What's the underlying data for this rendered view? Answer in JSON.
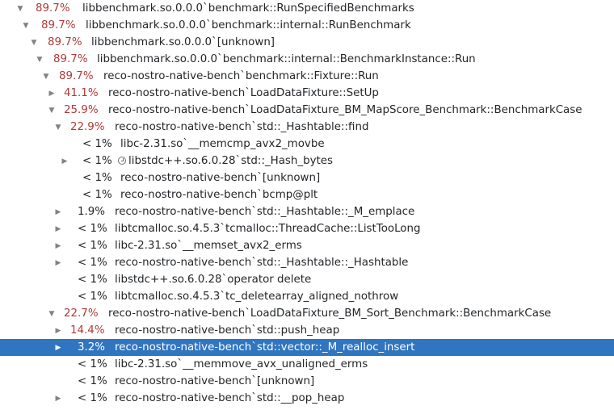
{
  "rows": [
    {
      "pct": "89.7%",
      "label": "libbenchmark.so.0.0.0`benchmark::RunSpecifiedBenchmarks",
      "state": "expanded",
      "hot": true
    },
    {
      "pct": "89.7%",
      "label": "libbenchmark.so.0.0.0`benchmark::internal::RunBenchmark",
      "state": "expanded",
      "hot": true
    },
    {
      "pct": "89.7%",
      "label": "libbenchmark.so.0.0.0`[unknown]",
      "state": "expanded",
      "hot": true
    },
    {
      "pct": "89.7%",
      "label": "libbenchmark.so.0.0.0`benchmark::internal::BenchmarkInstance::Run",
      "state": "expanded",
      "hot": true
    },
    {
      "pct": "89.7%",
      "label": "reco-nostro-native-bench`benchmark::Fixture::Run",
      "state": "expanded",
      "hot": true
    },
    {
      "pct": "41.1%",
      "label": "reco-nostro-native-bench`LoadDataFixture::SetUp",
      "state": "collapsed",
      "hot": true
    },
    {
      "pct": "25.9%",
      "label": "reco-nostro-native-bench`LoadDataFixture_BM_MapScore_Benchmark::BenchmarkCase",
      "state": "expanded",
      "hot": true
    },
    {
      "pct": "22.9%",
      "label": "reco-nostro-native-bench`std::_Hashtable::find",
      "state": "expanded",
      "hot": true
    },
    {
      "pct": "< 1%",
      "label": "libc-2.31.so`__memcmp_avx2_movbe",
      "state": "none",
      "hot": false
    },
    {
      "pct": "< 1%",
      "label": "libstdc++.so.6.0.28`std::_Hash_bytes",
      "state": "collapsed",
      "hot": false,
      "icon": "recursion-icon"
    },
    {
      "pct": "< 1%",
      "label": "reco-nostro-native-bench`[unknown]",
      "state": "none",
      "hot": false
    },
    {
      "pct": "< 1%",
      "label": "reco-nostro-native-bench`bcmp@plt",
      "state": "none",
      "hot": false
    },
    {
      "pct": "1.9%",
      "label": "reco-nostro-native-bench`std::_Hashtable::_M_emplace",
      "state": "collapsed",
      "hot": false
    },
    {
      "pct": "< 1%",
      "label": "libtcmalloc.so.4.5.3`tcmalloc::ThreadCache::ListTooLong",
      "state": "collapsed",
      "hot": false
    },
    {
      "pct": "< 1%",
      "label": "libc-2.31.so`__memset_avx2_erms",
      "state": "collapsed",
      "hot": false
    },
    {
      "pct": "< 1%",
      "label": "reco-nostro-native-bench`std::_Hashtable::_Hashtable",
      "state": "collapsed",
      "hot": false
    },
    {
      "pct": "< 1%",
      "label": "libstdc++.so.6.0.28`operator delete",
      "state": "none",
      "hot": false
    },
    {
      "pct": "< 1%",
      "label": "libtcmalloc.so.4.5.3`tc_deletearray_aligned_nothrow",
      "state": "none",
      "hot": false
    },
    {
      "pct": "22.7%",
      "label": "reco-nostro-native-bench`LoadDataFixture_BM_Sort_Benchmark::BenchmarkCase",
      "state": "expanded",
      "hot": true
    },
    {
      "pct": "14.4%",
      "label": "reco-nostro-native-bench`std::push_heap",
      "state": "collapsed",
      "hot": true
    },
    {
      "pct": "3.2%",
      "label": "reco-nostro-native-bench`std::vector::_M_realloc_insert",
      "state": "collapsed",
      "hot": false,
      "selected": true
    },
    {
      "pct": "< 1%",
      "label": "libc-2.31.so`__memmove_avx_unaligned_erms",
      "state": "none",
      "hot": false
    },
    {
      "pct": "< 1%",
      "label": "reco-nostro-native-bench`[unknown]",
      "state": "none",
      "hot": false
    },
    {
      "pct": "< 1%",
      "label": "reco-nostro-native-bench`std::__pop_heap",
      "state": "collapsed",
      "hot": false
    }
  ]
}
